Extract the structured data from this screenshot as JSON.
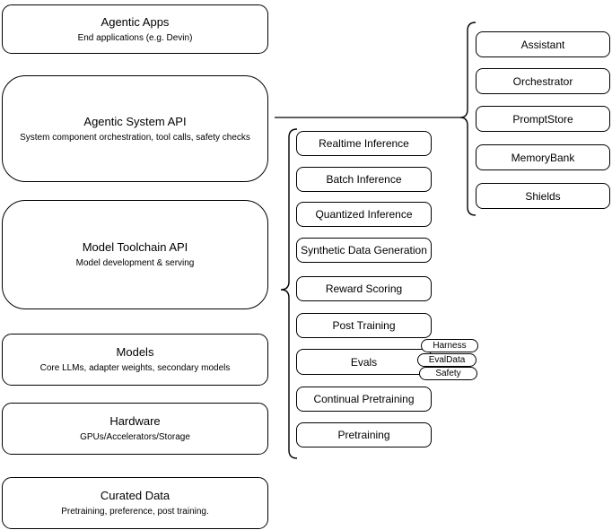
{
  "diagram": {
    "stack_layers": {
      "agentic_apps": {
        "title": "Agentic Apps",
        "subtitle": "End applications (e.g. Devin)"
      },
      "system_api": {
        "title": "Agentic System API",
        "subtitle": "System component orchestration, tool calls, safety checks"
      },
      "toolchain_api": {
        "title": "Model Toolchain API",
        "subtitle": "Model development & serving"
      },
      "models": {
        "title": "Models",
        "subtitle": "Core LLMs, adapter weights, secondary models"
      },
      "hardware": {
        "title": "Hardware",
        "subtitle": "GPUs/Accelerators/Storage"
      },
      "curated_data": {
        "title": "Curated Data",
        "subtitle": "Pretraining, preference, post training."
      }
    },
    "toolchain_services": {
      "items": [
        "Realtime Inference",
        "Batch Inference",
        "Quantized Inference",
        "Synthetic Data Generation",
        "Reward Scoring",
        "Post Training",
        "Evals",
        "Continual Pretraining",
        "Pretraining"
      ]
    },
    "eval_tags": [
      "Harness",
      "EvalData",
      "Safety"
    ],
    "system_components": [
      "Assistant",
      "Orchestrator",
      "PromptStore",
      "MemoryBank",
      "Shields"
    ],
    "colors": {
      "stroke": "#000000",
      "fill": "#ffffff",
      "text": "#000000"
    }
  }
}
